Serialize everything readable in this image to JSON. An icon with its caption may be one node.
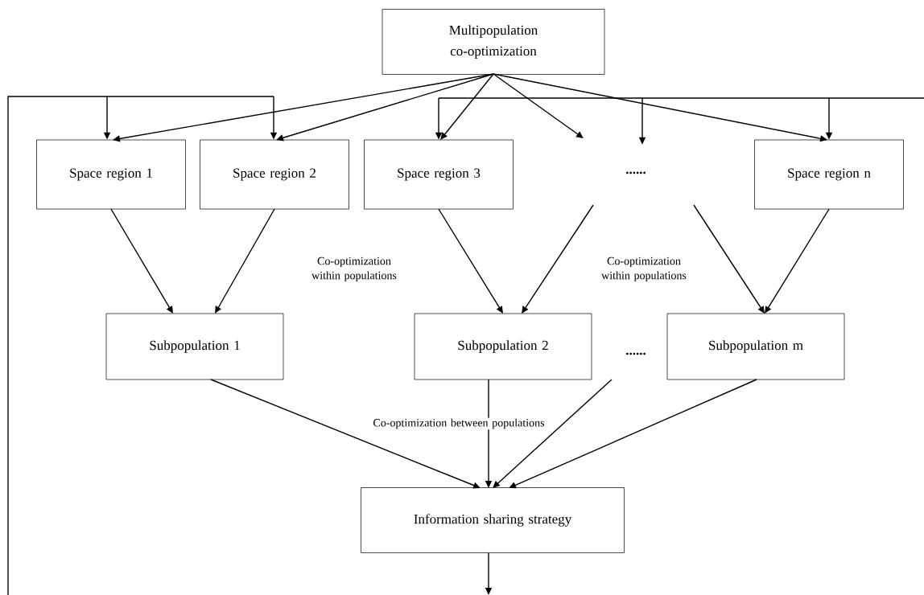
{
  "diagram": {
    "nodes": [
      {
        "text": [
          "Multipopulation co-optimization"
        ]
      },
      {
        "text": [
          "Space region 1"
        ]
      },
      {
        "text": [
          "Space region 2"
        ]
      },
      {
        "text": [
          "Space region 3"
        ]
      },
      {
        "text": [
          "......"
        ]
      },
      {
        "text": [
          "Space region n"
        ]
      },
      {
        "text": [
          "Subpopulation 1"
        ]
      },
      {
        "text": [
          "Subpopulation 2"
        ]
      },
      {
        "text": [
          "......"
        ]
      },
      {
        "text": [
          "Subpopulation m"
        ]
      },
      {
        "text": [
          "Information sharing strategy"
        ]
      }
    ],
    "edges": [
      {
        "from": 0,
        "to": 1,
        "arrow": "to"
      },
      {
        "from": 0,
        "to": 2,
        "arrow": "to"
      },
      {
        "from": 0,
        "to": 3,
        "arrow": "to"
      },
      {
        "from": 0,
        "to": 4,
        "arrow": "to"
      },
      {
        "from": 0,
        "to": 5,
        "arrow": "to"
      },
      {
        "from": null,
        "to": 1,
        "arrow": "to"
      },
      {
        "from": null,
        "to": 2,
        "arrow": "to"
      },
      {
        "from": null,
        "to": 3,
        "arrow": "to"
      },
      {
        "from": null,
        "to": 4,
        "arrow": "to"
      },
      {
        "from": null,
        "to": 5,
        "arrow": "to"
      },
      {
        "from": 1,
        "to": 6,
        "arrow": "to"
      },
      {
        "from": 2,
        "to": 6,
        "arrow": "to",
        "label": "Co-optimization within populations"
      },
      {
        "from": 3,
        "to": 7,
        "arrow": "to"
      },
      {
        "from": 4,
        "to": 7,
        "arrow": "to"
      },
      {
        "from": 4,
        "to": 9,
        "arrow": "to",
        "label": "Co-optimization within populations"
      },
      {
        "from": 5,
        "to": 9,
        "arrow": "to"
      },
      {
        "from": 6,
        "to": 10,
        "arrow": "to"
      },
      {
        "from": 7,
        "to": 10,
        "arrow": "to",
        "label": "Co-optimization between populations"
      },
      {
        "from": 8,
        "to": 10,
        "arrow": "to"
      },
      {
        "from": 9,
        "to": 10,
        "arrow": "to"
      },
      {
        "from": 10,
        "to": null,
        "arrow": "to"
      }
    ]
  }
}
